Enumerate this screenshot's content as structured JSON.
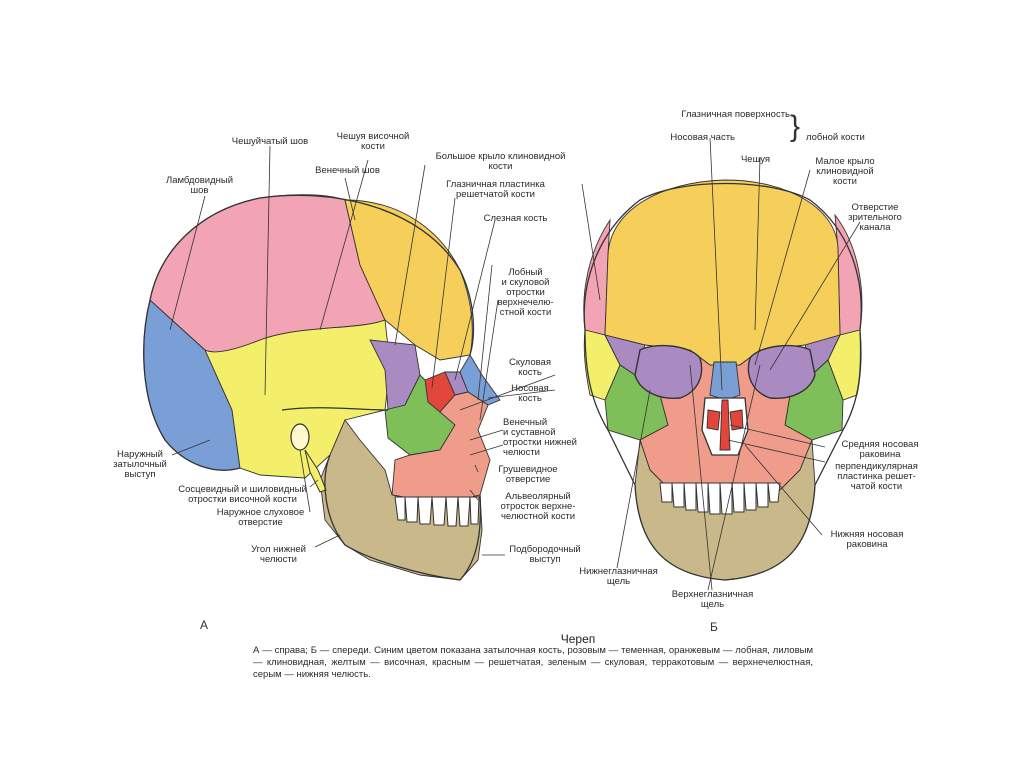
{
  "colors": {
    "occipital": "#7a9fd6",
    "parietal": "#f2a3b4",
    "frontal": "#f5cf5a",
    "sphenoid": "#a98bc1",
    "temporal": "#f4ef6a",
    "ethmoid": "#e2453a",
    "zygomatic": "#7fbf5a",
    "maxilla": "#ef9c8b",
    "mandible": "#c9b88a",
    "line": "#333333"
  },
  "figure": {
    "title": "Череп",
    "letter_a": "А",
    "letter_b": "Б",
    "caption": "А — справа; Б — спереди. Синим цветом показана затылочная кость, розовым — теменная, оранжевым — лобная, лиловым — клиновидная, желтым — височная, красным — решетчатая, зеленым — скуловая, терракотовым — верхнечелюстная, серым — нижняя челюсть."
  },
  "lateral": {
    "squamous_suture": "Чешуйчатый шов",
    "lambdoid_suture": "Ламбдовидный\nшов",
    "temporal_squama": "Чешуя височной\nкости",
    "coronal_suture": "Венечный шов",
    "greater_wing": "Большое крыло клиновидной\nкости",
    "orbital_plate": "Глазничная пластинка\nрешетчатой кости",
    "lacrimal": "Слезная кость",
    "frontal_zygomatic": "Лобный\nи скуловой\nотростки\nверхнечелю-\nстной кости",
    "zygomatic_bone": "Скуловая\nкость",
    "nasal_bone": "Носовая\nкость",
    "coronoid": "Венечный\nи суставной\nотростки нижней\nчелюсти",
    "piriform": "Грушевидное\nотверстие",
    "alveolar": "Альвеолярный\nотросток верхне-\nчелюстной кости",
    "mental": "Подбородочный\nвыступ",
    "ext_occipital": "Наружный\nзатылочный\nвыступ",
    "mastoid": "Сосцевидный и шиловидный\nотростки височной кости",
    "ext_acoustic": "Наружное слуховое\nотверстие",
    "mandible_angle": "Угол нижней\nчелюсти"
  },
  "frontal": {
    "orbital_surface": "Глазничная поверхность",
    "nasal_part": "Носовая часть",
    "squama": "Чешуя",
    "frontal_bone": "лобной кости",
    "lesser_wing": "Малое крыло\nклиновидной\nкости",
    "optic_canal": "Отверстие\nзрительного\nканала",
    "middle_concha": "Средняя носовая\nраковина",
    "perpendicular_plate": "перпендикулярная\nпластинка решет-\nчатой кости",
    "inferior_concha": "Нижняя носовая\nраковина",
    "inf_orbital_fissure": "Нижнеглазничная\nщель",
    "sup_orbital_fissure": "Верхнеглазничная\nщель"
  }
}
